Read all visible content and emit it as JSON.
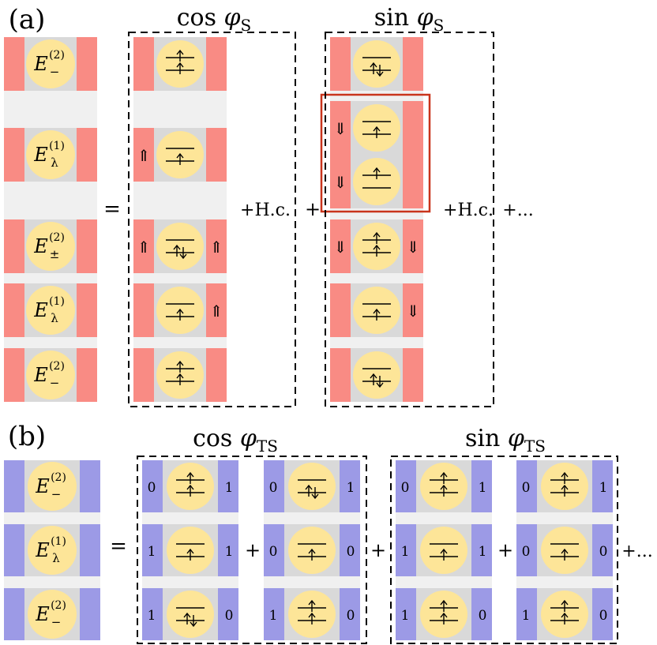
{
  "panel_a": {
    "label": "(a)",
    "headers": {
      "cos": {
        "fn": "cos",
        "var": "φ",
        "sub": "S"
      },
      "sin": {
        "fn": "sin",
        "var": "φ",
        "sub": "S"
      }
    },
    "operators": {
      "equals": "=",
      "plus": "+",
      "hc": "+H.c.",
      "ellipsis": "+..."
    },
    "lhs_energies": [
      {
        "base": "E",
        "sub": "−",
        "sup": "(2)"
      },
      {
        "base": "E",
        "sub": "λ",
        "sup": "(1)"
      },
      {
        "base": "E",
        "sub": "±",
        "sup": "(2)"
      },
      {
        "base": "E",
        "sub": "λ",
        "sup": "(1)"
      },
      {
        "base": "E",
        "sub": "−",
        "sup": "(2)"
      }
    ],
    "cos_cells": [
      {
        "left": "",
        "right": "",
        "dot": "up_up"
      },
      {
        "left": "⇑",
        "right": "",
        "dot": "up_lower"
      },
      {
        "left": "⇑",
        "right": "⇑",
        "dot": "updown_lower"
      },
      {
        "left": "",
        "right": "⇑",
        "dot": "up_lower"
      },
      {
        "left": "",
        "right": "",
        "dot": "up_up"
      }
    ],
    "sin_cells": [
      {
        "left": "",
        "right": "",
        "dot": "updown_lower"
      },
      {
        "left": "⇓",
        "right": "",
        "dot": "up_lower"
      },
      {
        "left": "⇓",
        "right": "",
        "dot": "up_upper"
      },
      {
        "left": "⇓",
        "right": "⇓",
        "dot": "up_up"
      },
      {
        "left": "",
        "right": "⇓",
        "dot": "up_lower"
      },
      {
        "left": "",
        "right": "",
        "dot": "updown_lower"
      }
    ]
  },
  "panel_b": {
    "label": "(b)",
    "headers": {
      "cos": {
        "fn": "cos",
        "var": "φ",
        "sub": "TS"
      },
      "sin": {
        "fn": "sin",
        "var": "φ",
        "sub": "TS"
      }
    },
    "operators": {
      "equals": "=",
      "plus": "+",
      "ellipsis": "+..."
    },
    "lhs_energies": [
      {
        "base": "E",
        "sub": "−",
        "sup": "(2)"
      },
      {
        "base": "E",
        "sub": "λ",
        "sup": "(1)"
      },
      {
        "base": "E",
        "sub": "−",
        "sup": "(2)"
      }
    ],
    "groups": [
      {
        "columns": [
          [
            {
              "left": "0",
              "right": "1",
              "dot": "up_up"
            },
            {
              "left": "1",
              "right": "1",
              "dot": "up_lower"
            },
            {
              "left": "1",
              "right": "0",
              "dot": "updown_lower"
            }
          ],
          [
            {
              "left": "0",
              "right": "1",
              "dot": "updown_lower"
            },
            {
              "left": "0",
              "right": "0",
              "dot": "up_lower"
            },
            {
              "left": "1",
              "right": "0",
              "dot": "up_up"
            }
          ]
        ]
      },
      {
        "columns": [
          [
            {
              "left": "0",
              "right": "1",
              "dot": "up_up"
            },
            {
              "left": "1",
              "right": "1",
              "dot": "up_lower"
            },
            {
              "left": "1",
              "right": "0",
              "dot": "up_up"
            }
          ],
          [
            {
              "left": "0",
              "right": "1",
              "dot": "up_up"
            },
            {
              "left": "0",
              "right": "0",
              "dot": "up_lower"
            },
            {
              "left": "1",
              "right": "0",
              "dot": "up_up"
            }
          ]
        ]
      }
    ]
  },
  "colors": {
    "lead_red": "#f98b84",
    "lead_blue": "#9c9ae6",
    "dot_gray": "#d9d9d9",
    "bridge": "#f0f0f0",
    "circle": "#fde598",
    "highlight": "#c9341c"
  }
}
